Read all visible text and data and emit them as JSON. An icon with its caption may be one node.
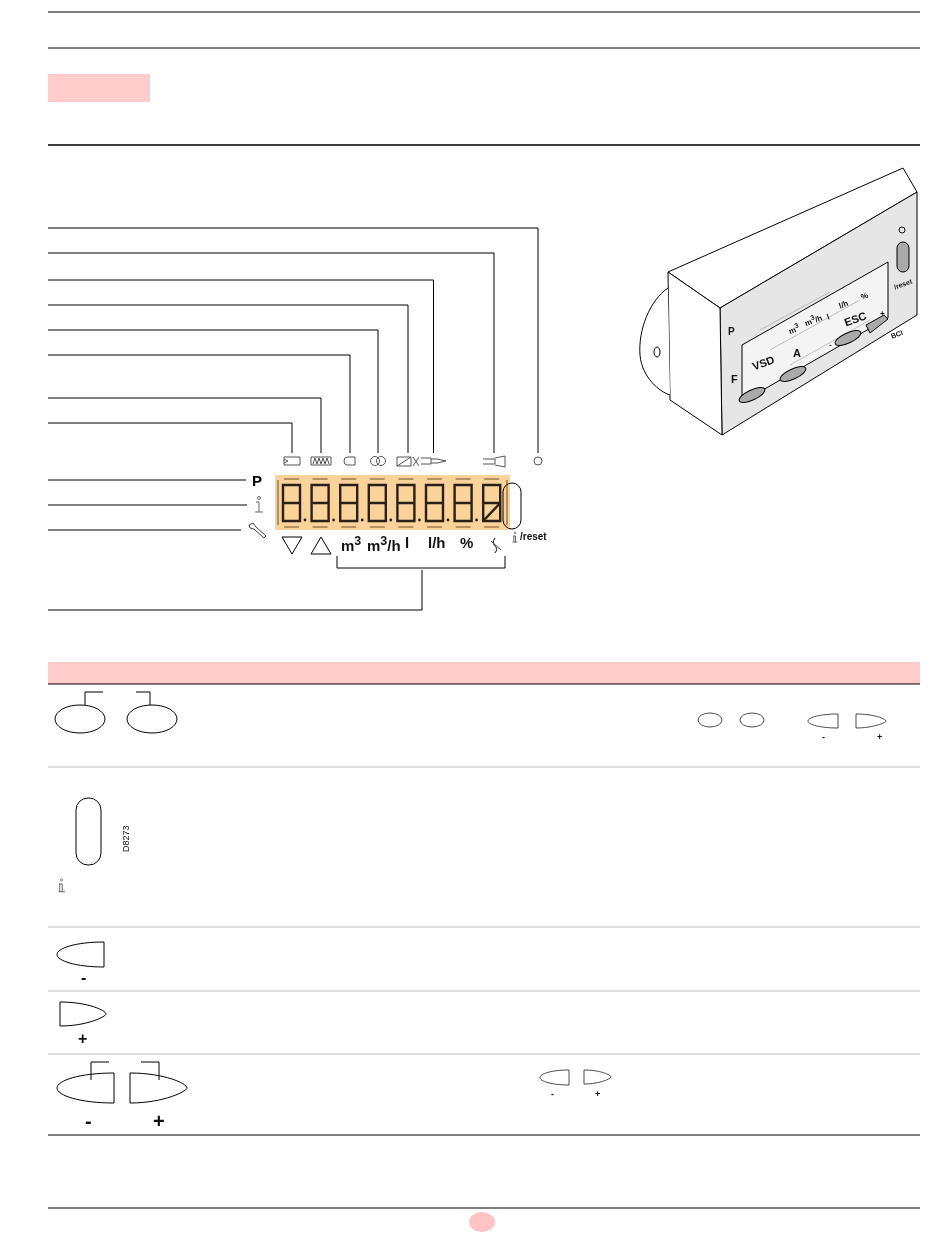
{
  "diagram": {
    "nodes": [
      {
        "text": [],
        "shape": "circle"
      },
      {
        "text": [],
        "shape": "icon"
      },
      {
        "text": [],
        "shape": "icon"
      },
      {
        "text": [],
        "shape": "icon"
      },
      {
        "text": [],
        "shape": "icon"
      },
      {
        "text": [],
        "shape": "icon"
      },
      {
        "text": [],
        "shape": "icon"
      },
      {
        "text": [],
        "shape": "icon"
      },
      {
        "text": [
          "P"
        ]
      },
      {
        "text": [],
        "shape": "icon"
      },
      {
        "text": [],
        "shape": "icon"
      },
      {
        "text": [
          "m$^{3}$",
          "m$^{3}$/h",
          "l",
          "l/h",
          "%"
        ]
      },
      {
        "text": [],
        "shape": "box"
      }
    ],
    "edges": [
      {
        "from": null,
        "to": 0,
        "arrow": "none"
      },
      {
        "from": null,
        "to": 1,
        "arrow": "none"
      },
      {
        "from": null,
        "to": 2,
        "arrow": "none"
      },
      {
        "from": null,
        "to": 3,
        "arrow": "none"
      },
      {
        "from": null,
        "to": 4,
        "arrow": "none"
      },
      {
        "from": null,
        "to": 5,
        "arrow": "none"
      },
      {
        "from": null,
        "to": 6,
        "arrow": "none"
      },
      {
        "from": null,
        "to": 7,
        "arrow": "none"
      },
      {
        "from": null,
        "to": 8,
        "arrow": "none"
      },
      {
        "from": null,
        "to": 9,
        "arrow": "none"
      },
      {
        "from": null,
        "to": 10,
        "arrow": "none"
      },
      {
        "from": null,
        "to": 11,
        "arrow": "none"
      }
    ],
    "labels": [
      "/reset",
      "l/h",
      "%",
      "+",
      "BCI",
      "m$^{3}$",
      "m$^{3}$/h",
      "l",
      "-",
      "ESC",
      "P",
      "VSD",
      "A",
      "F",
      "/reset",
      "-",
      "+",
      "D8273",
      "-",
      "+",
      "-",
      "+",
      "-",
      "+"
    ]
  }
}
